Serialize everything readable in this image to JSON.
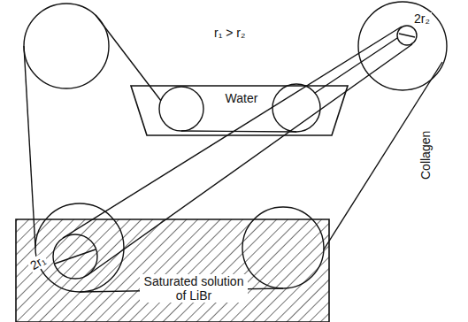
{
  "diagram": {
    "nodes": [
      {
        "text": [
          "Water"
        ]
      },
      {
        "text": [
          "Saturated solution of LiBr"
        ]
      }
    ],
    "labels": [
      "r₁ > r₂",
      "Collagen",
      "2r₂",
      "2r₁"
    ]
  }
}
